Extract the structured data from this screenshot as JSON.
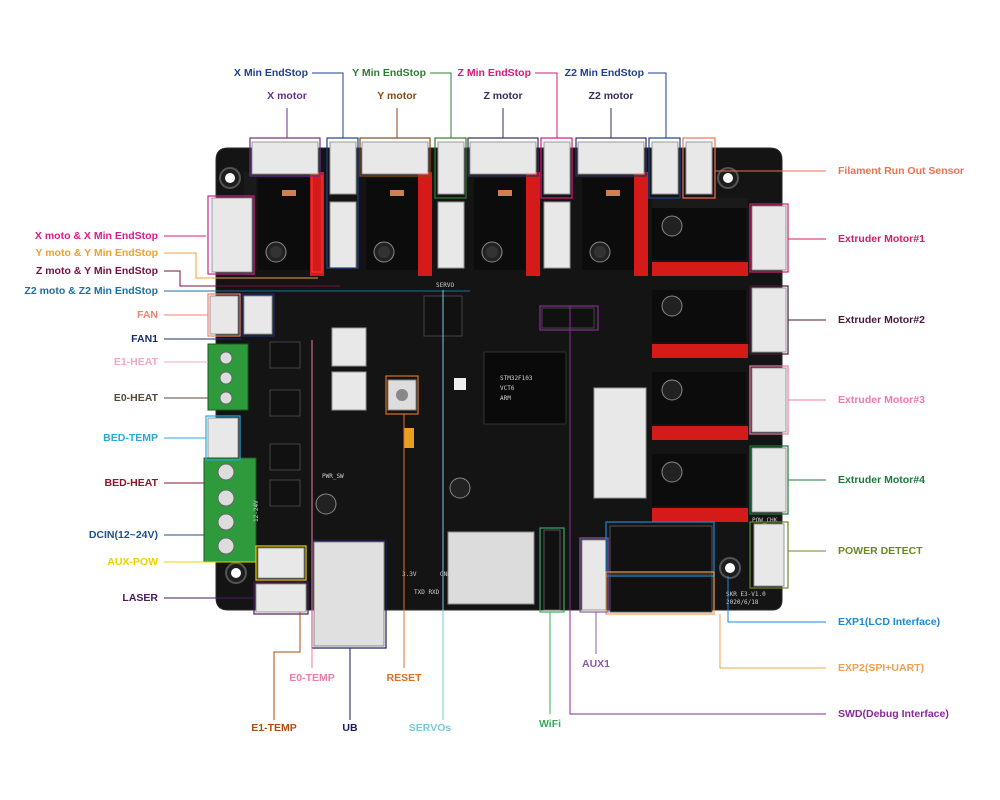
{
  "labels": {
    "x_min_endstop": "X Min EndStop",
    "y_min_endstop": "Y Min EndStop",
    "z_min_endstop": "Z Min EndStop",
    "z2_min_endstop": "Z2 Min EndStop",
    "x_motor": "X motor",
    "y_motor": "Y motor",
    "z_motor": "Z motor",
    "z2_motor": "Z2 motor",
    "x_moto_x_endstop": "X moto & X Min EndStop",
    "y_moto_y_endstop": "Y moto & Y Min EndStop",
    "z_moto_y_endstop": "Z moto & Y Min EndStop",
    "z2_moto_z2_endstop": "Z2 moto & Z2 Min EndStop",
    "fan": "FAN",
    "fan1": "FAN1",
    "e1_heat": "E1-HEAT",
    "e0_heat": "E0-HEAT",
    "bed_temp": "BED-TEMP",
    "bed_heat": "BED-HEAT",
    "dcin": "DCIN(12~24V)",
    "aux_pow": "AUX-POW",
    "laser": "LASER",
    "e0_temp": "E0-TEMP",
    "e1_temp": "E1-TEMP",
    "ub": "UB",
    "reset": "RESET",
    "servos": "SERVOs",
    "wifi": "WiFi",
    "aux1": "AUX1",
    "filament_runout": "Filament Run Out Sensor",
    "extruder1": "Extruder Motor#1",
    "extruder2": "Extruder Motor#2",
    "extruder3": "Extruder Motor#3",
    "extruder4": "Extruder Motor#4",
    "power_detect": "POWER DETECT",
    "exp1": "EXP1(LCD Interface)",
    "exp2": "EXP2(SPI+UART)",
    "swd": "SWD(Debug Interface)"
  },
  "colors": {
    "x_min_endstop": "#1f3f8f",
    "y_min_endstop": "#2e7d32",
    "z_min_endstop": "#e0167a",
    "z2_min_endstop": "#1f3f8f",
    "x_motor": "#6a2c8c",
    "y_motor": "#8a4a12",
    "z_motor": "#3a2b5c",
    "z2_motor": "#3a2b5c",
    "x_moto_x_endstop": "#d81b8a",
    "y_moto_y_endstop": "#f0a030",
    "z_moto_y_endstop": "#7a1040",
    "z2_moto_z2_endstop": "#1a6fa6",
    "fan": "#f08070",
    "fan1": "#1a2f6a",
    "e1_heat": "#f2a7c9",
    "e0_heat": "#5a4a3a",
    "bed_temp": "#28a8d8",
    "bed_heat": "#8a1a2a",
    "dcin": "#1f4f8f",
    "aux_pow": "#f0d000",
    "laser": "#4a1a5a",
    "e0_temp": "#f07aa8",
    "e1_temp": "#b04a10",
    "ub": "#1a1a5a",
    "reset": "#e07020",
    "servos": "#7ac8d8",
    "wifi": "#3aa85a",
    "aux1": "#8a5aa8",
    "filament_runout": "#f07050",
    "extruder1": "#d81b6a",
    "extruder2": "#4a1a3a",
    "extruder3": "#f07aa8",
    "extruder4": "#1a7a3a",
    "power_detect": "#6a8a1a",
    "exp1": "#1a8ad8",
    "exp2": "#f0a050",
    "swd": "#8a2a9a"
  },
  "silkscreen": {
    "chip_line1": "STM32F103",
    "chip_line2": "VCT6",
    "chip_line3": "ARM",
    "version": "SKR E3-V1.0",
    "date": "2020/6/18",
    "pwr_chk": "POW_CHK",
    "servo": "SERVO",
    "pwr_sw": "PWR_SW",
    "txd_rxd": "TXD RXD",
    "gnd": "GND",
    "v33": "3.3V",
    "plus24v": "12-24V"
  }
}
